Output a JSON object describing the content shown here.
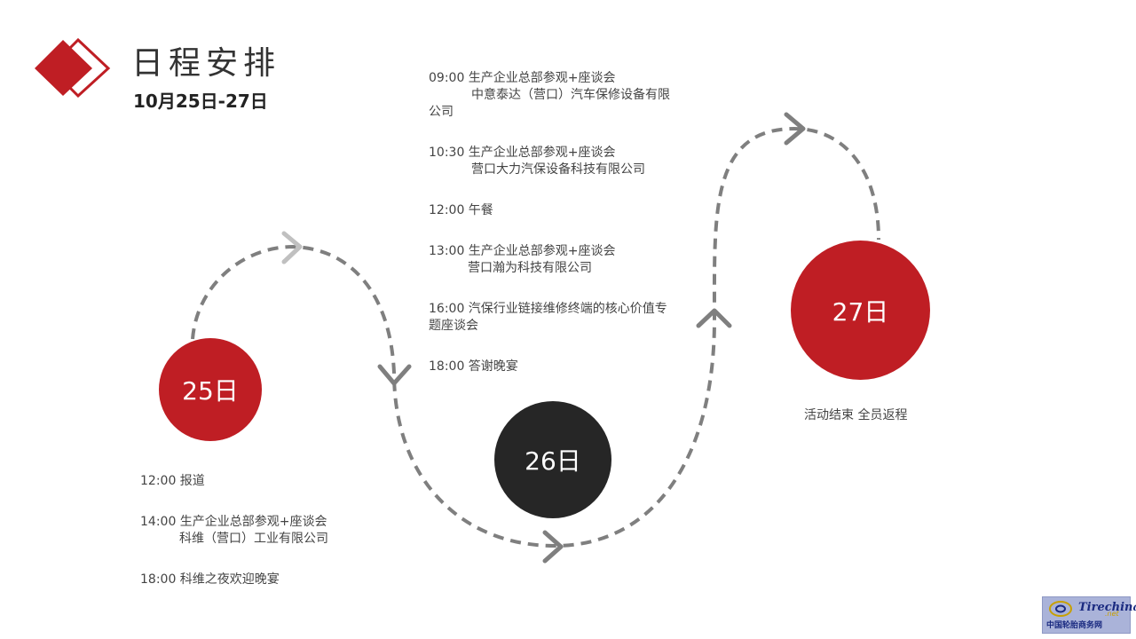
{
  "header": {
    "title": "日程安排",
    "date_range": "10月25日-27日"
  },
  "colors": {
    "accent": "#bf1e24",
    "dark": "#262626",
    "path": "#7f7f7f"
  },
  "days": {
    "d25": {
      "label": "25日"
    },
    "d26": {
      "label": "26日"
    },
    "d27": {
      "label": "27日"
    }
  },
  "schedule_25": {
    "item1": {
      "line1": "12:00 报道"
    },
    "item2": {
      "line1": "14:00 生产企业总部参观+座谈会",
      "line2": "科维（营口）工业有限公司"
    },
    "item3": {
      "line1": "18:00 科维之夜欢迎晚宴"
    }
  },
  "schedule_26": {
    "item1": {
      "line1": "09:00  生产企业总部参观+座谈会",
      "line2": "中意泰达（营口）汽车保修设备有限",
      "line3": "公司"
    },
    "item2": {
      "line1": "10:30 生产企业总部参观+座谈会",
      "line2": "营口大力汽保设备科技有限公司"
    },
    "item3": {
      "line1": "12:00 午餐"
    },
    "item4": {
      "line1": "13:00 生产企业总部参观+座谈会",
      "line2": "营口瀚为科技有限公司"
    },
    "item5": {
      "line1": "16:00 汽保行业链接维修终端的核心价值专",
      "line2": "题座谈会"
    },
    "item6": {
      "line1": "18:00 答谢晚宴"
    }
  },
  "schedule_27": {
    "item1": {
      "line1": "活动结束 全员返程"
    }
  },
  "watermark": {
    "brand": "Tirechina",
    "suffix": ".net",
    "caption": "中国轮胎商务网"
  }
}
